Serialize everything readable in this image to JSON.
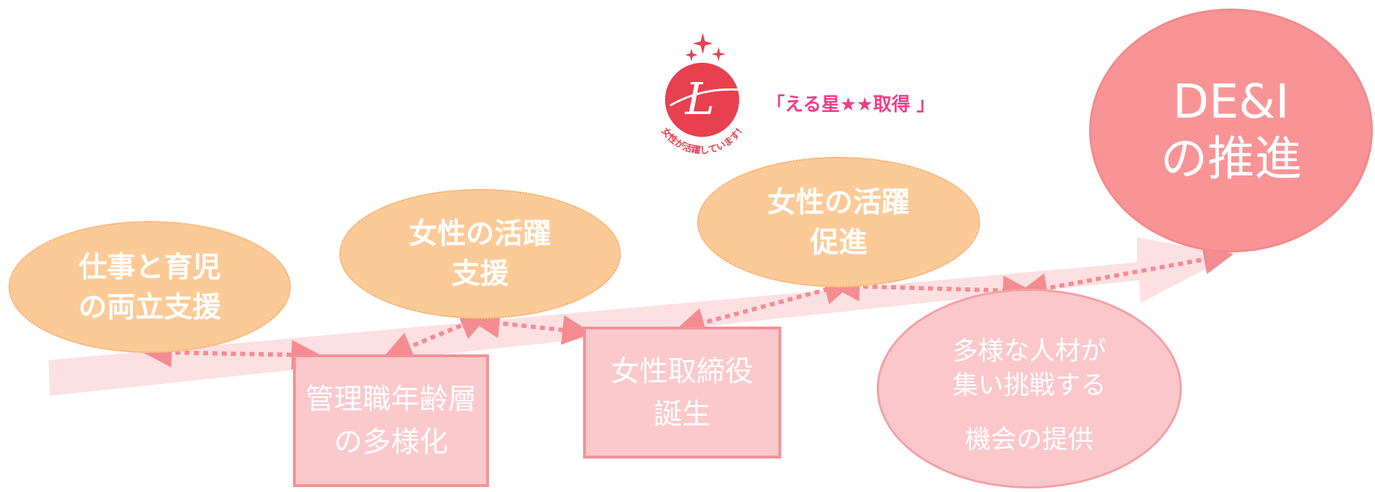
{
  "steps": {
    "work_childcare": [
      "仕事と育児",
      "の両立支援"
    ],
    "women_support": [
      "女性の活躍",
      "支援"
    ],
    "women_promote": [
      "女性の活躍",
      "促進"
    ]
  },
  "boxes": {
    "mgmt_diversity": [
      "管理職年齢層",
      "の多様化"
    ],
    "female_director": [
      "女性取締役",
      "誕生"
    ]
  },
  "opportunity": [
    "多様な人材が",
    "集い挑戦する",
    "機会の提供"
  ],
  "goal": [
    "DE&I",
    "の推進"
  ],
  "certification": {
    "logo_caption": "女性が活躍しています!",
    "logo_letter": "L",
    "label": "「える星★★取得 」"
  },
  "colors": {
    "orange_fill": "#fcca97",
    "pink_fill": "#fbc7ca",
    "goal_fill": "#f99496",
    "band": "#fde0e2",
    "dotted_arrow": "#f48c92",
    "cert_text": "#ee3e86",
    "logo_red": "#e8404f"
  }
}
